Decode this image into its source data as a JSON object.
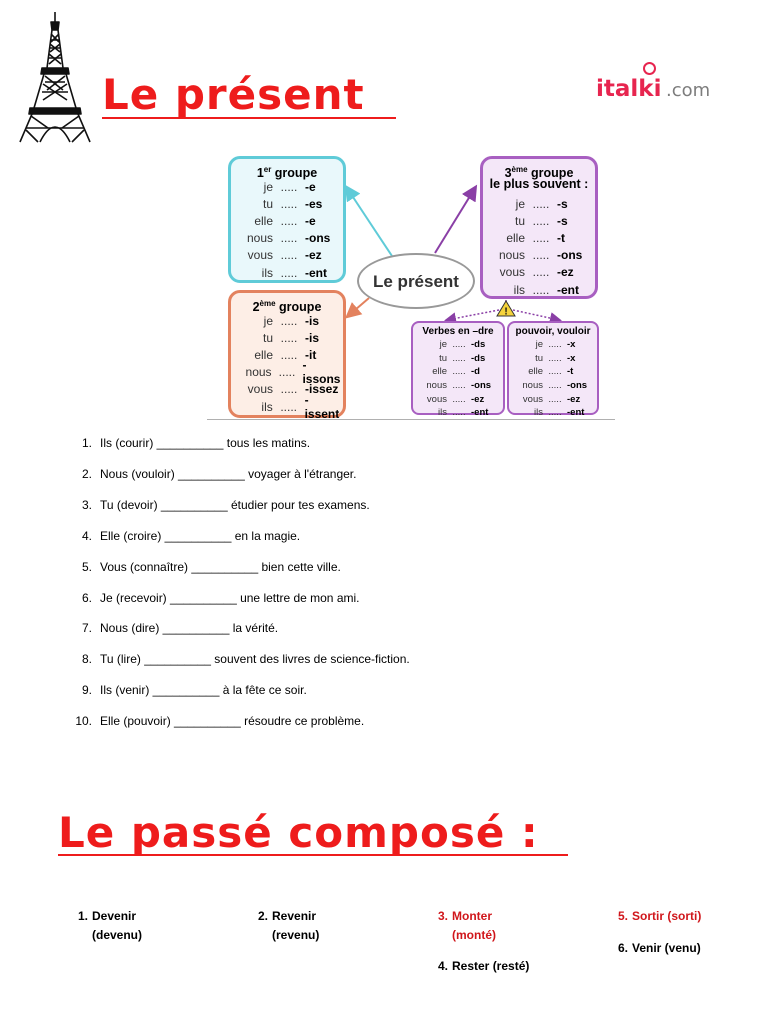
{
  "header": {
    "title": "Le présent",
    "logo_name": "italki",
    "logo_domain": ".com"
  },
  "chart": {
    "center_label": "Le présent",
    "warning_symbol": "!",
    "group1": {
      "heading_num": "1",
      "heading_sup": "er",
      "heading_word": " groupe",
      "rows": [
        {
          "p": "je",
          "d": ".....",
          "e": "-e"
        },
        {
          "p": "tu",
          "d": ".....",
          "e": "-es"
        },
        {
          "p": "elle",
          "d": ".....",
          "e": "-e"
        },
        {
          "p": "nous",
          "d": ".....",
          "e": "-ons"
        },
        {
          "p": "vous",
          "d": ".....",
          "e": "-ez"
        },
        {
          "p": "ils",
          "d": ".....",
          "e": "-ent"
        }
      ]
    },
    "group2": {
      "heading_num": "2",
      "heading_sup": "ème",
      "heading_word": " groupe",
      "rows": [
        {
          "p": "je",
          "d": ".....",
          "e": "-is"
        },
        {
          "p": "tu",
          "d": ".....",
          "e": "-is"
        },
        {
          "p": "elle",
          "d": ".....",
          "e": "-it"
        },
        {
          "p": "nous",
          "d": ".....",
          "e": "-issons"
        },
        {
          "p": "vous",
          "d": ".....",
          "e": "-issez"
        },
        {
          "p": "ils",
          "d": ".....",
          "e": "-issent"
        }
      ]
    },
    "group3": {
      "heading_num": "3",
      "heading_sup": "ème",
      "heading_word": " groupe",
      "heading_line2": "le plus souvent :",
      "rows": [
        {
          "p": "je",
          "d": ".....",
          "e": "-s"
        },
        {
          "p": "tu",
          "d": ".....",
          "e": "-s"
        },
        {
          "p": "elle",
          "d": ".....",
          "e": "-t"
        },
        {
          "p": "nous",
          "d": ".....",
          "e": "-ons"
        },
        {
          "p": "vous",
          "d": ".....",
          "e": "-ez"
        },
        {
          "p": "ils",
          "d": ".....",
          "e": "-ent"
        }
      ]
    },
    "dre": {
      "heading": "Verbes en –dre",
      "rows": [
        {
          "p": "je",
          "d": ".....",
          "e": "-ds"
        },
        {
          "p": "tu",
          "d": ".....",
          "e": "-ds"
        },
        {
          "p": "elle",
          "d": ".....",
          "e": "-d"
        },
        {
          "p": "nous",
          "d": ".....",
          "e": "-ons"
        },
        {
          "p": "vous",
          "d": ".....",
          "e": "-ez"
        },
        {
          "p": "ils",
          "d": ".....",
          "e": "-ent"
        }
      ]
    },
    "pouvoir": {
      "heading": "pouvoir, vouloir",
      "rows": [
        {
          "p": "je",
          "d": ".....",
          "e": "-x"
        },
        {
          "p": "tu",
          "d": ".....",
          "e": "-x"
        },
        {
          "p": "elle",
          "d": ".....",
          "e": "-t"
        },
        {
          "p": "nous",
          "d": ".....",
          "e": "-ons"
        },
        {
          "p": "vous",
          "d": ".....",
          "e": "-ez"
        },
        {
          "p": "ils",
          "d": ".....",
          "e": "-ent"
        }
      ]
    }
  },
  "exercises": [
    {
      "num": "1.",
      "text": "Ils (courir) __________ tous les matins."
    },
    {
      "num": "2.",
      "text": "Nous (vouloir) __________ voyager à l'étranger."
    },
    {
      "num": "3.",
      "text": "Tu (devoir) __________ étudier pour tes examens."
    },
    {
      "num": "4.",
      "text": "Elle (croire) __________ en la magie."
    },
    {
      "num": "5.",
      "text": "Vous (connaître) __________ bien cette ville."
    },
    {
      "num": "6.",
      "text": "Je (recevoir) __________ une lettre de mon ami."
    },
    {
      "num": "7.",
      "text": "Nous (dire) __________ la vérité."
    },
    {
      "num": "8.",
      "text": "Tu (lire) __________ souvent des livres de science-fiction."
    },
    {
      "num": "9.",
      "text": "Ils (venir) __________ à la fête ce soir."
    },
    {
      "num": "10.",
      "text": "Elle (pouvoir) __________ résoudre ce problème."
    }
  ],
  "section2": {
    "title": "Le passé composé :",
    "verbs": [
      {
        "num": "1.",
        "lines": [
          "Devenir",
          "(devenu)"
        ],
        "color": "#000000"
      },
      {
        "num": "2.",
        "lines": [
          "Revenir",
          "(revenu)"
        ],
        "color": "#000000"
      },
      {
        "num": "3.",
        "lines": [
          "Monter",
          "(monté)"
        ],
        "color": "#d0161b"
      },
      {
        "num": "4.",
        "lines": [
          "Rester (resté)"
        ],
        "color": "#000000"
      },
      {
        "num": "5.",
        "lines": [
          "Sortir (sorti)"
        ],
        "color": "#d0161b"
      },
      {
        "num": "6.",
        "lines": [
          "Venir (venu)"
        ],
        "color": "#000000"
      }
    ]
  },
  "colors": {
    "title_red": "#ee1c1c",
    "group1": "#5fcbd8",
    "group2": "#e3825e",
    "group3": "#a85fc1",
    "logo_pink": "#e7254f"
  }
}
